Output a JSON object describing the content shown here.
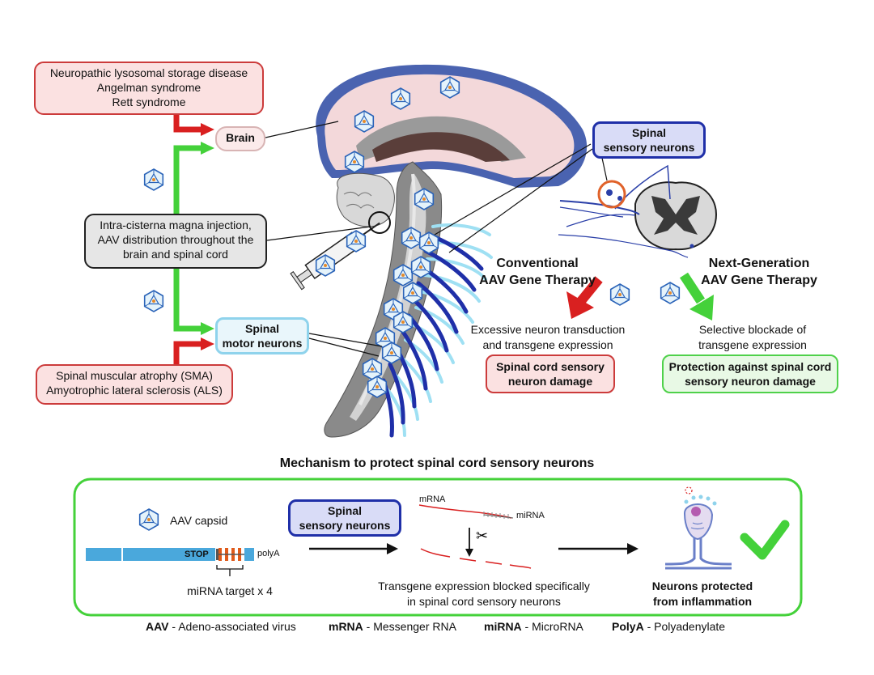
{
  "left": {
    "brain_diseases": [
      "Neuropathic lysosomal storage disease",
      "Angelman syndrome",
      "Rett syndrome"
    ],
    "brain_label": "Brain",
    "injection_text": [
      "Intra-cisterna magna injection,",
      "AAV distribution throughout the",
      "brain and spinal cord"
    ],
    "motor_label": [
      "Spinal",
      "motor neurons"
    ],
    "motor_diseases": [
      "Spinal muscular atrophy (SMA)",
      "Amyotrophic lateral sclerosis (ALS)"
    ]
  },
  "right": {
    "sensory_label": [
      "Spinal",
      "sensory neurons"
    ],
    "conventional_title": [
      "Conventional",
      "AAV Gene Therapy"
    ],
    "nextgen_title": [
      "Next-Generation",
      "AAV Gene Therapy"
    ],
    "conventional_effect": [
      "Excessive neuron transduction",
      "and transgene expression"
    ],
    "conventional_outcome": [
      "Spinal cord sensory",
      "neuron damage"
    ],
    "nextgen_effect": [
      "Selective blockade of",
      "transgene expression"
    ],
    "nextgen_outcome": [
      "Protection against spinal cord",
      "sensory neuron damage"
    ]
  },
  "mechanism": {
    "title": "Mechanism to protect spinal cord sensory neurons",
    "capsid_label": "AAV capsid",
    "stop_label": "STOP",
    "polya_label": "polyA",
    "target_label": "miRNA target x 4",
    "sensory_label": [
      "Spinal",
      "sensory neurons"
    ],
    "mrna_label": "mRNA",
    "mirna_label": "miRNA",
    "blocked_text": [
      "Transgene expression blocked specifically",
      "in spinal cord sensory neurons"
    ],
    "outcome": [
      "Neurons protected",
      "from inflammation"
    ]
  },
  "legend": [
    {
      "abbr": "AAV",
      "def": " - Adeno-associated virus"
    },
    {
      "abbr": "mRNA",
      "def": " - Messenger RNA"
    },
    {
      "abbr": "miRNA",
      "def": " - MicroRNA"
    },
    {
      "abbr": "PolyA",
      "def": " - Polyadenylate"
    }
  ],
  "colors": {
    "disease_red": "#d92020",
    "pathway_green": "#44d13a",
    "sensory_blue": "#1f2fa8",
    "motor_cyan": "#8fd3ec",
    "brain_pink": "#f3d8da"
  }
}
